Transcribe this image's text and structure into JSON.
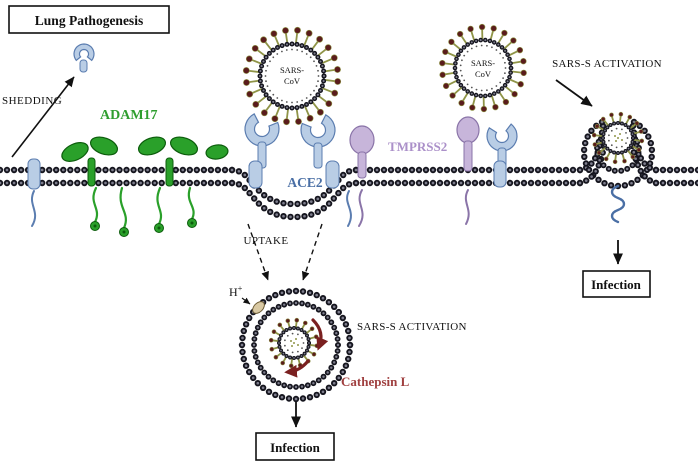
{
  "labels": {
    "lung_pathogenesis": "Lung Pathogenesis",
    "shedding": "SHEDDING",
    "adam17": "ADAM17",
    "ace2": "ACE2",
    "tmprss2": "TMPRSS2",
    "virus_name_line1": "SARS-",
    "virus_name_line2": "CoV",
    "sars_s_activation_top": "SARS-S ACTIVATION",
    "sars_s_activation_endosome": "SARS-S ACTIVATION",
    "uptake": "UPTAKE",
    "proton": "H",
    "proton_charge": "+",
    "cathepsin_l": "Cathepsin L",
    "infection_right": "Infection",
    "infection_bottom": "Infection"
  },
  "colors": {
    "adam17_fill": "#2aa02a",
    "adam17_stroke": "#0c5c0c",
    "adam17_text": "#2f9e2f",
    "ace2_fill": "#b9cde5",
    "ace2_stroke": "#5b7db0",
    "ace2_text": "#4a6fa5",
    "tmprss2_fill": "#c7b5da",
    "tmprss2_stroke": "#8a74a8",
    "tmprss2_text": "#ab90c9",
    "membrane_bead": "#15151e",
    "membrane_core": "#7d7d8c",
    "spike_stalk": "#8f9447",
    "spike_tip": "#5a1c1c",
    "cathepsin_text": "#a04040",
    "red_arrow": "#7a2020",
    "proton_channel": "#d9c9a3",
    "proton_channel_stroke": "#6b5a33",
    "coil_blue": "#4a6fa5",
    "arrow_black": "#111111",
    "text_black": "#111111",
    "background": "#ffffff"
  }
}
